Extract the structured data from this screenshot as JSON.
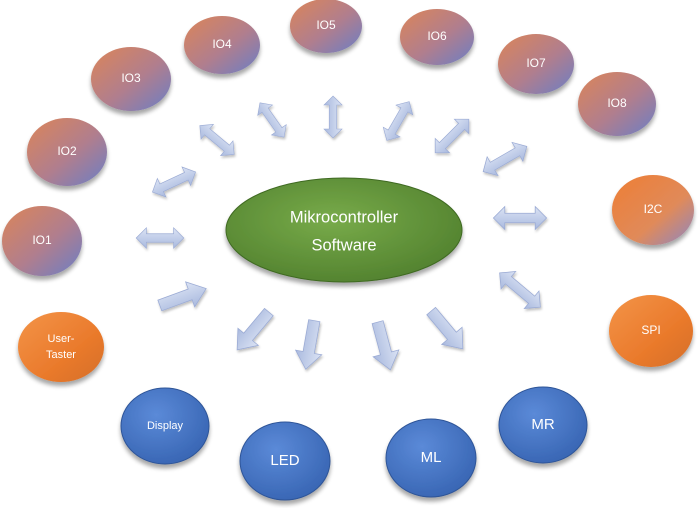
{
  "center": {
    "line1": "Mikrocontroller",
    "line2": "Software"
  },
  "colors": {
    "io_gradient": [
      "#d9825a",
      "#6f7fc2"
    ],
    "orange": "#ef7f2e",
    "blue": "#3f6fbe",
    "green": "#5e8f37",
    "arrow": "#b9c7e6"
  },
  "io_nodes": [
    {
      "id": "io1",
      "label": "IO1"
    },
    {
      "id": "io2",
      "label": "IO2"
    },
    {
      "id": "io3",
      "label": "IO3"
    },
    {
      "id": "io4",
      "label": "IO4"
    },
    {
      "id": "io5",
      "label": "IO5"
    },
    {
      "id": "io6",
      "label": "IO6"
    },
    {
      "id": "io7",
      "label": "IO7"
    },
    {
      "id": "io8",
      "label": "IO8"
    }
  ],
  "orange_nodes": [
    {
      "id": "i2c",
      "label": "I2C"
    },
    {
      "id": "spi",
      "label": "SPI"
    },
    {
      "id": "user-taster",
      "line1": "User-",
      "line2": "Taster"
    }
  ],
  "blue_nodes": [
    {
      "id": "display",
      "label": "Display"
    },
    {
      "id": "led",
      "label": "LED"
    },
    {
      "id": "ml",
      "label": "ML"
    },
    {
      "id": "mr",
      "label": "MR"
    }
  ]
}
